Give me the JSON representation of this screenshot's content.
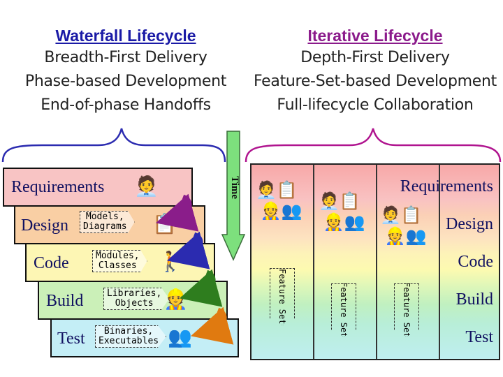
{
  "waterfall": {
    "title": "Waterfall Lifecycle",
    "lines": [
      "Breadth-First Delivery",
      "Phase-based Development",
      "End-of-phase Handoffs"
    ],
    "phases": [
      {
        "name": "Requirements",
        "artifacts": "",
        "color": "#f8c4c4"
      },
      {
        "name": "Design",
        "artifacts": "Models,\nDiagrams",
        "color": "#f9cfa4"
      },
      {
        "name": "Code",
        "artifacts": "Modules,\nClasses",
        "color": "#fdf6b4"
      },
      {
        "name": "Build",
        "artifacts": "Libraries,\nObjects",
        "color": "#cbf0b8"
      },
      {
        "name": "Test",
        "artifacts": "Binaries,\nExecutables",
        "color": "#c4eef6"
      }
    ],
    "handoff_colors": [
      "#8a1d8a",
      "#2b2bb0",
      "#2e7d1e",
      "#e07a10"
    ]
  },
  "time_label": "Time",
  "iterative": {
    "title": "Iterative Lifecycle",
    "lines": [
      "Depth-First Delivery",
      "Feature-Set-based Development",
      "Full-lifecycle Collaboration"
    ],
    "phases": [
      "Requirements",
      "Design",
      "Code",
      "Build",
      "Test"
    ],
    "feature_set_label": "Feature Set"
  },
  "colors": {
    "waterfall_bracket": "#2b2bb0",
    "iterative_bracket": "#b0148f",
    "time_arrow": "#7de07d"
  }
}
